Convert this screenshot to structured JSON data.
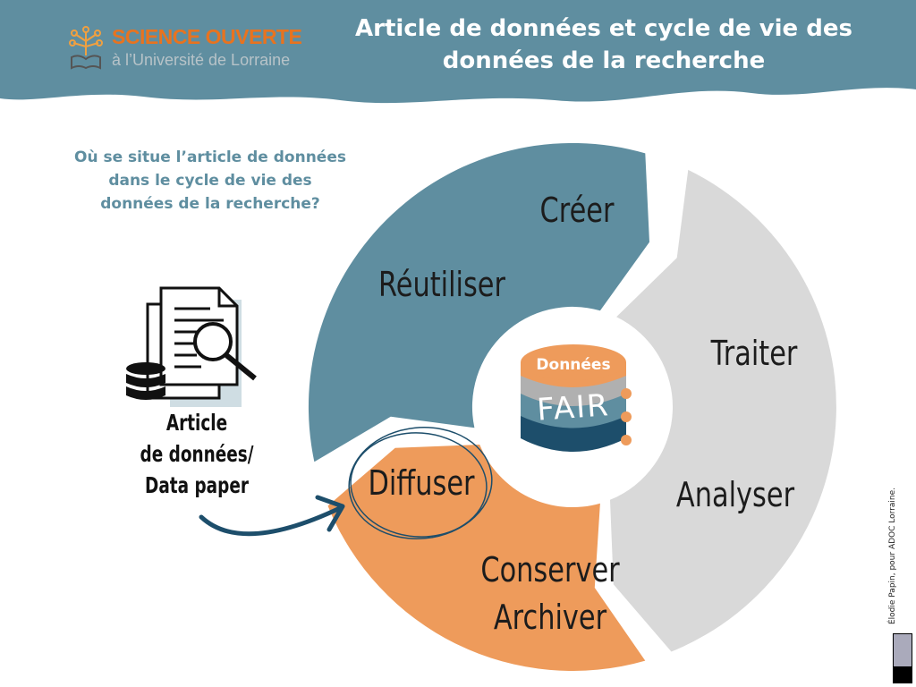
{
  "header": {
    "logo_title": "SCIENCE OUVERTE",
    "logo_subtitle": "à l’Université de Lorraine",
    "title_line1": "Article de données et cycle de vie des",
    "title_line2": "données de la recherche"
  },
  "question": {
    "line1": "Où se situe l’article de données",
    "line2": "dans le cycle de vie des",
    "line3": "données de la recherche?"
  },
  "data_paper": {
    "line1": "Article",
    "line2": "de données/",
    "line3": "Data paper"
  },
  "cycle": {
    "stages": {
      "creer": "Créer",
      "traiter": "Traiter",
      "analyser": "Analyser",
      "conserver": "Conserver",
      "archiver": "Archiver",
      "diffuser": "Diffuser",
      "reutiliser": "Réutiliser"
    },
    "center_top": "Données",
    "center_fair": "FAIR"
  },
  "credit": "Élodie Papin, pour ADOC Lorraine.",
  "colors": {
    "teal": "#5f8ea0",
    "gray": "#d9d9d9",
    "orange": "#ee9b5b",
    "dark_blue": "#1d4e6b",
    "logo_orange": "#e8731f"
  }
}
